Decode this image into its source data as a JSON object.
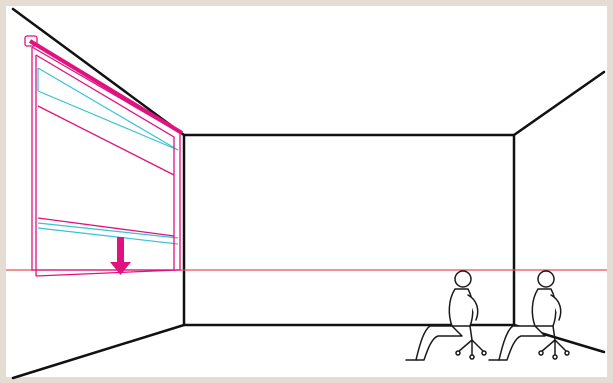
{
  "colors": {
    "background_border": "#e5ddd3",
    "canvas": "#ffffff",
    "room_lines": "#111111",
    "screen_outline": "#e0127f",
    "screen_guides": "#39c2d6",
    "arrow": "#e0127f",
    "horizon_line": "#f04a5a",
    "people": "#1a1a1a"
  },
  "elements": [
    "room-perspective",
    "projection-screen",
    "screen-roller-housing",
    "screen-pull-down-arrow",
    "horizon-line",
    "seated-person-1",
    "seated-person-2"
  ]
}
